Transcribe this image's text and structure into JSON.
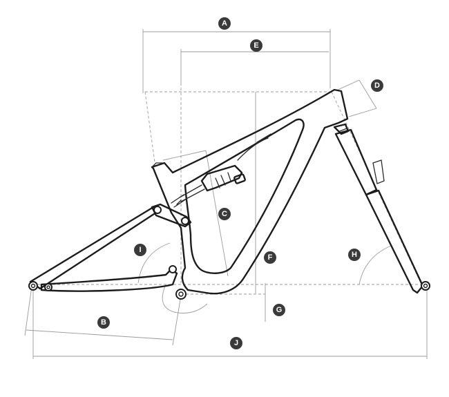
{
  "labels": {
    "A": "A",
    "B": "B",
    "C": "C",
    "D": "D",
    "E": "E",
    "F": "F",
    "G": "G",
    "H": "H",
    "I": "I",
    "J": "J"
  },
  "colors": {
    "frame": "#1c1c1c",
    "dimension": "#9a9a9a",
    "badge": "#3a3a3a"
  }
}
